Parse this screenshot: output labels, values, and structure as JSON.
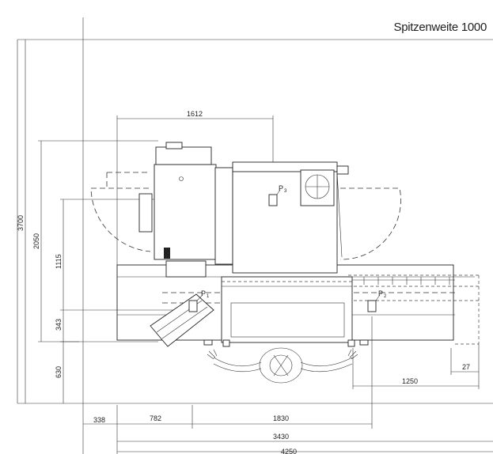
{
  "title": "Spitzenweite 1000",
  "dimensions": {
    "d1612": "1612",
    "d3700": "3700",
    "d2050": "2050",
    "d1115": "1115",
    "d343": "343",
    "d630": "630",
    "d338": "338",
    "d782": "782",
    "d1830": "1830",
    "d3430": "3430",
    "d4250": "4250",
    "d1250": "1250",
    "d27": "27"
  },
  "points": {
    "p1": "P",
    "p1_sub": "1",
    "p2": "P",
    "p2_sub": "2",
    "p3": "P",
    "p3_sub": "3"
  }
}
